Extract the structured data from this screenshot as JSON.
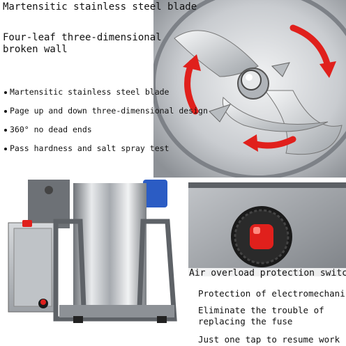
{
  "top_section": {
    "title": "Martensitic stainless steel blade",
    "subtitle": "Four-leaf three-dimensional broken wall",
    "bullets": [
      "Martensitic stainless steel blade",
      "Page up and down three-dimensional design",
      "360° no dead ends",
      "Pass hardness and salt spray test"
    ]
  },
  "bottom_section": {
    "switch_label": "Air overload protection switch",
    "features": [
      "Protection of electromechanical",
      "Eliminate the trouble of replacing the fuse",
      "Just one tap to resume work"
    ]
  },
  "colors": {
    "accent_red": "#e0201c",
    "steel_light": "#d9dcdf",
    "steel_dark": "#8a8e93",
    "motor_blue": "#2b5cc4",
    "button_black": "#1a1a1a"
  }
}
